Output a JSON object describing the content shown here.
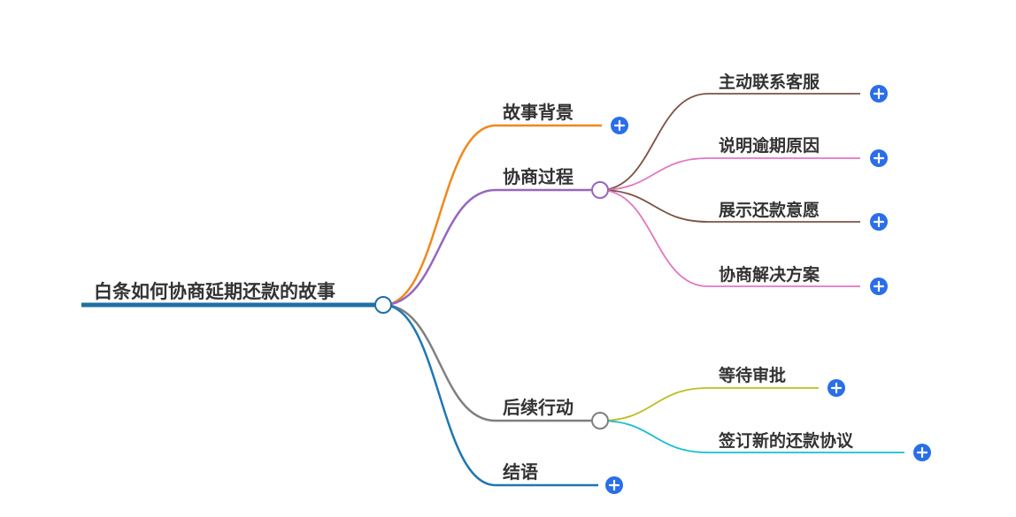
{
  "root": {
    "label": "白条如何协商延期还款的故事",
    "color": "#1f6fa5"
  },
  "branches": [
    {
      "label": "故事背景",
      "color": "#f0881c",
      "children": []
    },
    {
      "label": "协商过程",
      "color": "#9467bd",
      "children": [
        {
          "label": "主动联系客服",
          "color": "#7b5346"
        },
        {
          "label": "说明逾期原因",
          "color": "#e377c2"
        },
        {
          "label": "展示还款意愿",
          "color": "#7b5346"
        },
        {
          "label": "协商解决方案",
          "color": "#e377c2"
        }
      ]
    },
    {
      "label": "后续行动",
      "color": "#7f7f7f",
      "children": [
        {
          "label": "等待审批",
          "color": "#bcbd22"
        },
        {
          "label": "签订新的还款协议",
          "color": "#17becf"
        }
      ]
    },
    {
      "label": "结语",
      "color": "#1f77b4",
      "children": []
    }
  ],
  "expand_button_color": "#2a6ee8"
}
